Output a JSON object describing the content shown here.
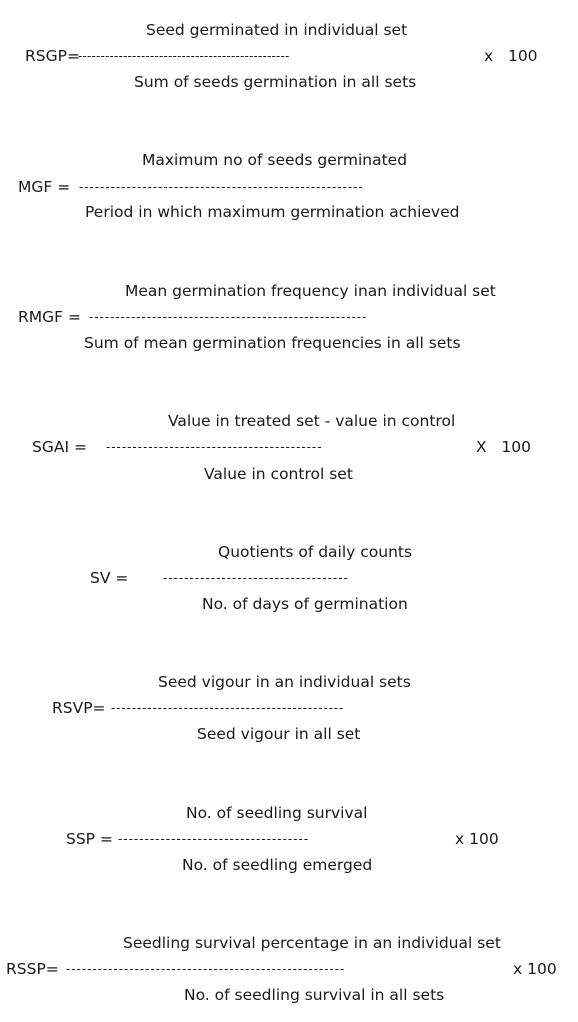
{
  "formulas": [
    {
      "abbr": "RSGP=",
      "numerator": "Seed germinated in individual set",
      "dashes": "-----------------------------------------------",
      "multiplier": "x   100",
      "denominator": "Sum of seeds germination in all sets"
    },
    {
      "abbr": "MGF =",
      "numerator": "Maximum no of seeds germinated",
      "dashes": "------------------------------------------------------",
      "multiplier": "",
      "denominator": "Period in which maximum germination achieved"
    },
    {
      "abbr": "RMGF =",
      "numerator": "Mean germination frequency inan individual set",
      "dashes": "-----------------------------------------------------",
      "multiplier": "",
      "denominator": "Sum of mean germination frequencies in all sets"
    },
    {
      "abbr": "SGAI =",
      "numerator": "Value in treated set - value in control",
      "dashes": "-----------------------------------------",
      "multiplier": "X   100",
      "denominator": "Value in control set"
    },
    {
      "abbr": "SV =",
      "numerator": "Quotients of daily counts",
      "dashes": "-----------------------------------",
      "multiplier": "",
      "denominator": "No. of days of germination"
    },
    {
      "abbr": "RSVP=",
      "numerator": "Seed vigour in an individual sets",
      "dashes": "---------------------------------------------",
      "multiplier": "",
      "denominator": "Seed vigour in all set"
    },
    {
      "abbr": "SSP =",
      "numerator": "No. of seedling survival",
      "dashes": "------------------------------------",
      "multiplier": "x 100",
      "denominator": "No. of seedling emerged"
    },
    {
      "abbr": "RSSP=",
      "numerator": "Seedling survival percentage in an individual set",
      "dashes": "-----------------------------------------------------",
      "multiplier": "x 100",
      "denominator": "No. of seedling survival in all sets"
    }
  ]
}
